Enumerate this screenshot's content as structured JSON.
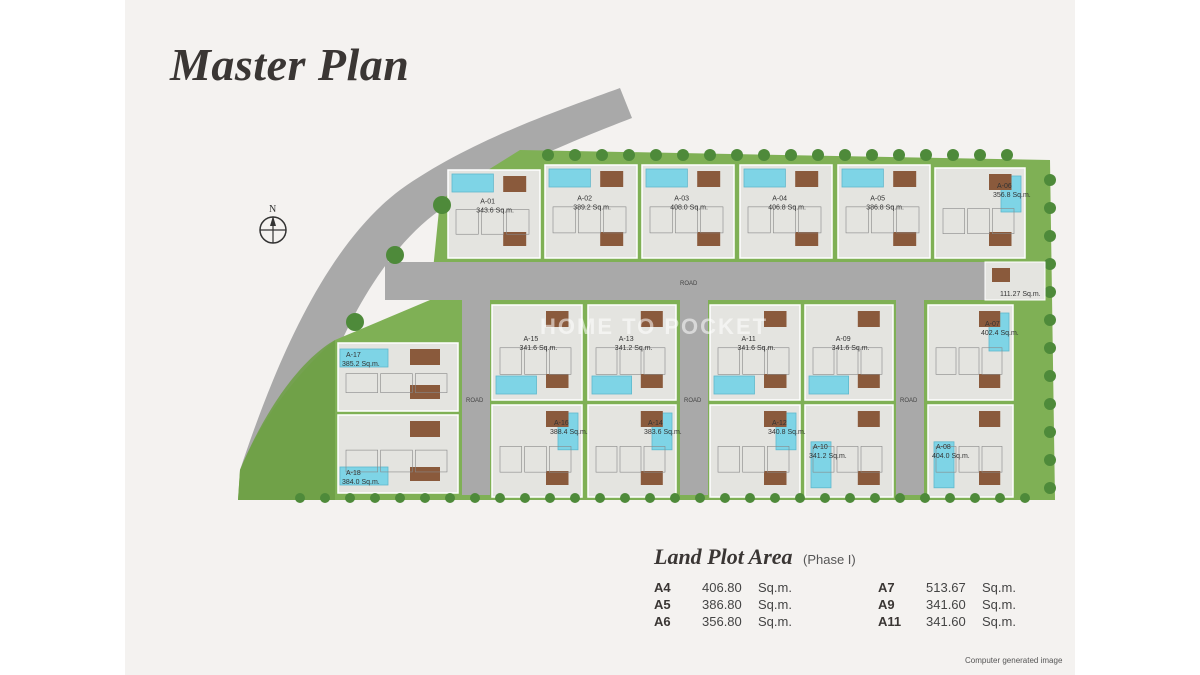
{
  "title": "Master Plan",
  "compass_letter": "N",
  "road_label": "ROAD",
  "plots": [
    {
      "code": "A-01",
      "area": "343.6 Sq.m."
    },
    {
      "code": "A-02",
      "area": "389.2 Sq.m."
    },
    {
      "code": "A-03",
      "area": "408.0 Sq.m."
    },
    {
      "code": "A-04",
      "area": "406.8 Sq.m."
    },
    {
      "code": "A-05",
      "area": "386.8 Sq.m."
    },
    {
      "code": "A-06",
      "area": "356.8 Sq.m."
    },
    {
      "code": "A-07",
      "area": "402.4 Sq.m."
    },
    {
      "code": "A-08",
      "area": "404.0 Sq.m."
    },
    {
      "code": "A-09",
      "area": "341.6 Sq.m."
    },
    {
      "code": "A-10",
      "area": "341.2 Sq.m."
    },
    {
      "code": "A-11",
      "area": "341.6 Sq.m."
    },
    {
      "code": "A-12",
      "area": "340.8 Sq.m."
    },
    {
      "code": "A-13",
      "area": "341.2 Sq.m."
    },
    {
      "code": "A-14",
      "area": "383.6 Sq.m."
    },
    {
      "code": "A-15",
      "area": "341.6 Sq.m."
    },
    {
      "code": "A-16",
      "area": "388.4 Sq.m."
    },
    {
      "code": "A-17",
      "area": "385.2 Sq.m."
    },
    {
      "code": "A-18",
      "area": "384.0 Sq.m."
    }
  ],
  "extra_area": "111.27 Sq.m.",
  "legend": {
    "title": "Land Plot Area",
    "phase": "(Phase I)",
    "rows": [
      {
        "code": "A4",
        "value": "406.80",
        "unit": "Sq.m."
      },
      {
        "code": "A5",
        "value": "386.80",
        "unit": "Sq.m."
      },
      {
        "code": "A6",
        "value": "356.80",
        "unit": "Sq.m."
      },
      {
        "code": "A7",
        "value": "513.67",
        "unit": "Sq.m."
      },
      {
        "code": "A9",
        "value": "341.60",
        "unit": "Sq.m."
      },
      {
        "code": "A11",
        "value": "341.60",
        "unit": "Sq.m."
      }
    ]
  },
  "watermark": "HOME TO POCKET",
  "footnote": "Computer generated image",
  "colors": {
    "road": "#a9a9a9",
    "lawn": "#7fb055",
    "pool": "#7ed4e6",
    "roof": "#e4e4e0",
    "wood": "#8a5a3c",
    "tree": "#4e8a3a"
  }
}
